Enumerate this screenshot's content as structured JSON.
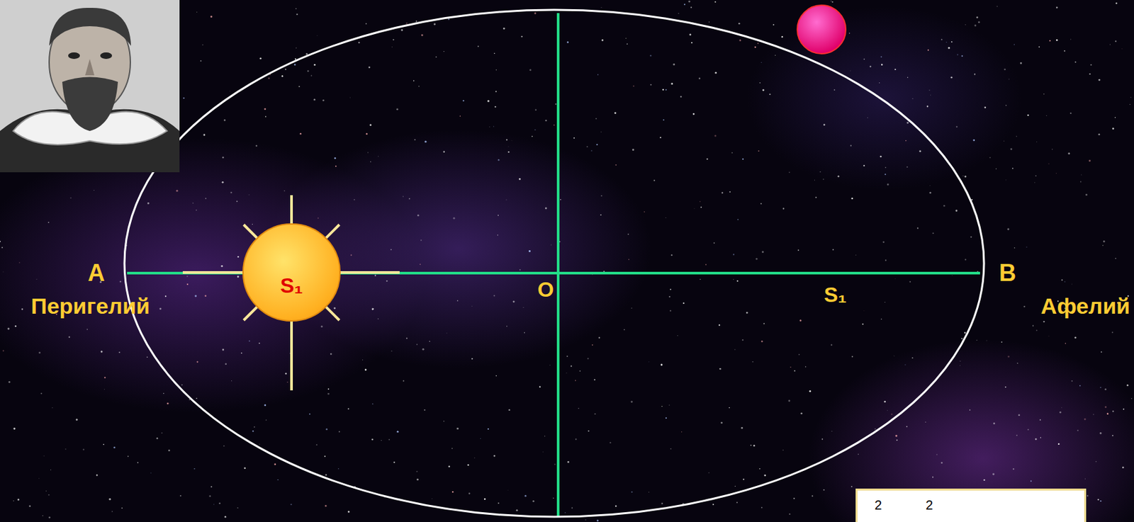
{
  "diagram": {
    "nodes": [
      {
        "text": [
          "S₁"
        ]
      },
      {
        "text": [
          "2",
          "2"
        ]
      }
    ],
    "labels": [
      "A",
      "Перигелий",
      "O",
      "S₁",
      "B",
      "Афелий"
    ]
  }
}
